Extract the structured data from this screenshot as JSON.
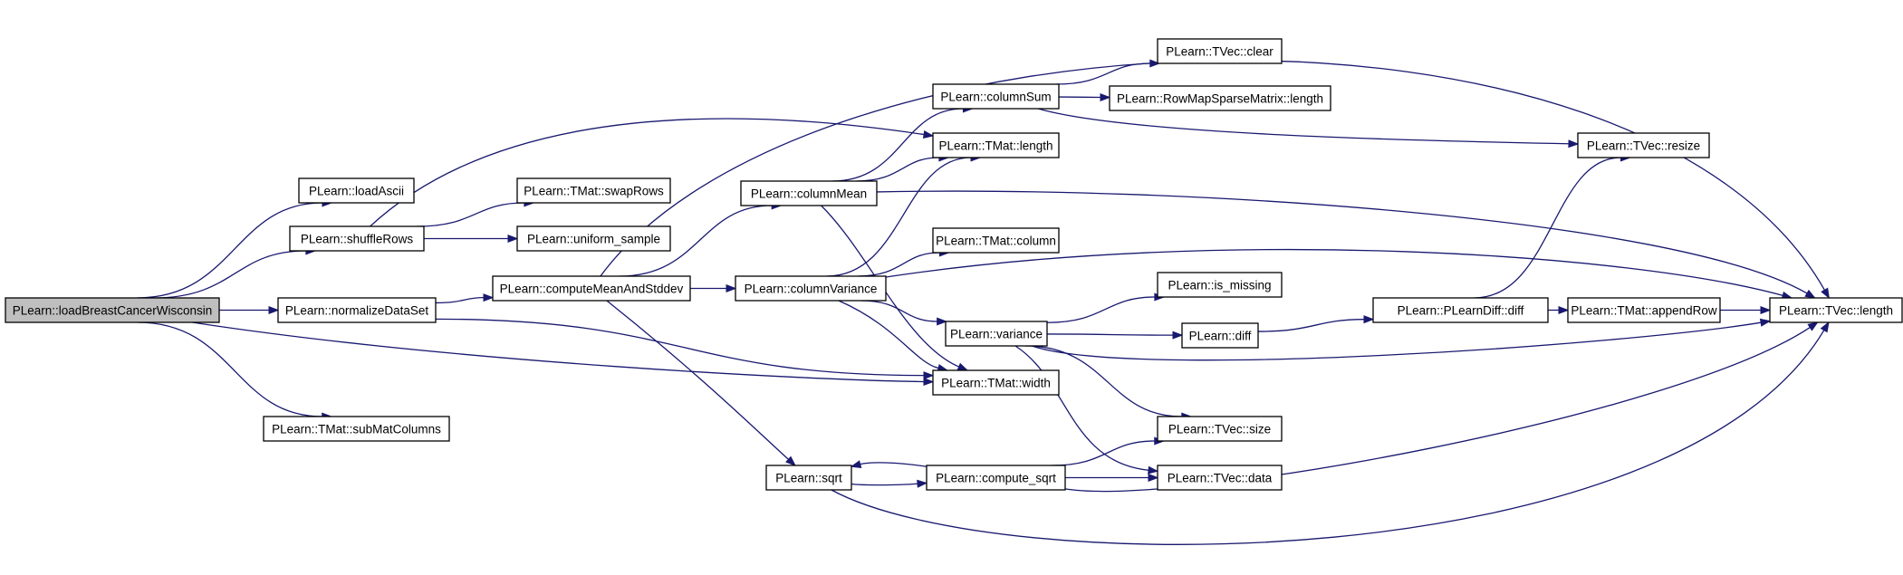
{
  "graph": {
    "colors": {
      "edge": "#191970",
      "root_fill": "#bfbfbf",
      "node_fill": "#ffffff",
      "border": "#000000"
    },
    "nodes": [
      {
        "id": "root",
        "label": "PLearn::loadBreastCancerWisconsin"
      },
      {
        "id": "loadAscii",
        "label": "PLearn::loadAscii"
      },
      {
        "id": "shuffleRows",
        "label": "PLearn::shuffleRows"
      },
      {
        "id": "normalizeDataSet",
        "label": "PLearn::normalizeDataSet"
      },
      {
        "id": "subMatColumns",
        "label": "PLearn::TMat::subMatColumns"
      },
      {
        "id": "swapRows",
        "label": "PLearn::TMat::swapRows"
      },
      {
        "id": "uniform_sample",
        "label": "PLearn::uniform_sample"
      },
      {
        "id": "computeMeanAndStddev",
        "label": "PLearn::computeMeanAndStddev"
      },
      {
        "id": "columnMean",
        "label": "PLearn::columnMean"
      },
      {
        "id": "columnVariance",
        "label": "PLearn::columnVariance"
      },
      {
        "id": "sqrt",
        "label": "PLearn::sqrt"
      },
      {
        "id": "columnSum",
        "label": "PLearn::columnSum"
      },
      {
        "id": "tmatLength",
        "label": "PLearn::TMat::length"
      },
      {
        "id": "tmatColumn",
        "label": "PLearn::TMat::column"
      },
      {
        "id": "variance",
        "label": "PLearn::variance"
      },
      {
        "id": "tmatWidth",
        "label": "PLearn::TMat::width"
      },
      {
        "id": "computeSqrt",
        "label": "PLearn::compute_sqrt"
      },
      {
        "id": "tvecClear",
        "label": "PLearn::TVec::clear"
      },
      {
        "id": "rowMapLength",
        "label": "PLearn::RowMapSparseMatrix::length"
      },
      {
        "id": "isMissing",
        "label": "PLearn::is_missing"
      },
      {
        "id": "diff",
        "label": "PLearn::diff"
      },
      {
        "id": "tvecSize",
        "label": "PLearn::TVec::size"
      },
      {
        "id": "tvecData",
        "label": "PLearn::TVec::data"
      },
      {
        "id": "plearnDiff",
        "label": "PLearn::PLearnDiff::diff"
      },
      {
        "id": "tvecResize",
        "label": "PLearn::TVec::resize"
      },
      {
        "id": "appendRow",
        "label": "PLearn::TMat::appendRow"
      },
      {
        "id": "tvecLength",
        "label": "PLearn::TVec::length"
      }
    ],
    "edges": [
      [
        "root",
        "loadAscii"
      ],
      [
        "root",
        "shuffleRows"
      ],
      [
        "root",
        "normalizeDataSet"
      ],
      [
        "root",
        "tmatWidth"
      ],
      [
        "root",
        "subMatColumns"
      ],
      [
        "shuffleRows",
        "tmatLength"
      ],
      [
        "shuffleRows",
        "swapRows"
      ],
      [
        "shuffleRows",
        "uniform_sample"
      ],
      [
        "normalizeDataSet",
        "computeMeanAndStddev"
      ],
      [
        "normalizeDataSet",
        "tmatWidth"
      ],
      [
        "computeMeanAndStddev",
        "tvecLength"
      ],
      [
        "computeMeanAndStddev",
        "columnMean"
      ],
      [
        "computeMeanAndStddev",
        "columnVariance"
      ],
      [
        "computeMeanAndStddev",
        "sqrt"
      ],
      [
        "columnMean",
        "columnSum"
      ],
      [
        "columnMean",
        "tmatLength"
      ],
      [
        "columnMean",
        "tvecLength"
      ],
      [
        "columnMean",
        "tmatWidth"
      ],
      [
        "columnSum",
        "tvecClear"
      ],
      [
        "columnSum",
        "rowMapLength"
      ],
      [
        "columnSum",
        "tvecResize"
      ],
      [
        "columnVariance",
        "tmatLength"
      ],
      [
        "columnVariance",
        "tmatColumn"
      ],
      [
        "columnVariance",
        "tvecLength"
      ],
      [
        "columnVariance",
        "variance"
      ],
      [
        "columnVariance",
        "tmatWidth"
      ],
      [
        "variance",
        "isMissing"
      ],
      [
        "variance",
        "diff"
      ],
      [
        "variance",
        "tvecLength"
      ],
      [
        "variance",
        "tvecSize"
      ],
      [
        "variance",
        "tvecData"
      ],
      [
        "diff",
        "plearnDiff"
      ],
      [
        "plearnDiff",
        "tvecResize"
      ],
      [
        "plearnDiff",
        "appendRow"
      ],
      [
        "appendRow",
        "tvecLength"
      ],
      [
        "sqrt",
        "computeSqrt"
      ],
      [
        "sqrt",
        "tvecLength"
      ],
      [
        "computeSqrt",
        "sqrt"
      ],
      [
        "computeSqrt",
        "tvecSize"
      ],
      [
        "computeSqrt",
        "tvecData"
      ],
      [
        "computeSqrt",
        "tvecLength"
      ]
    ]
  }
}
